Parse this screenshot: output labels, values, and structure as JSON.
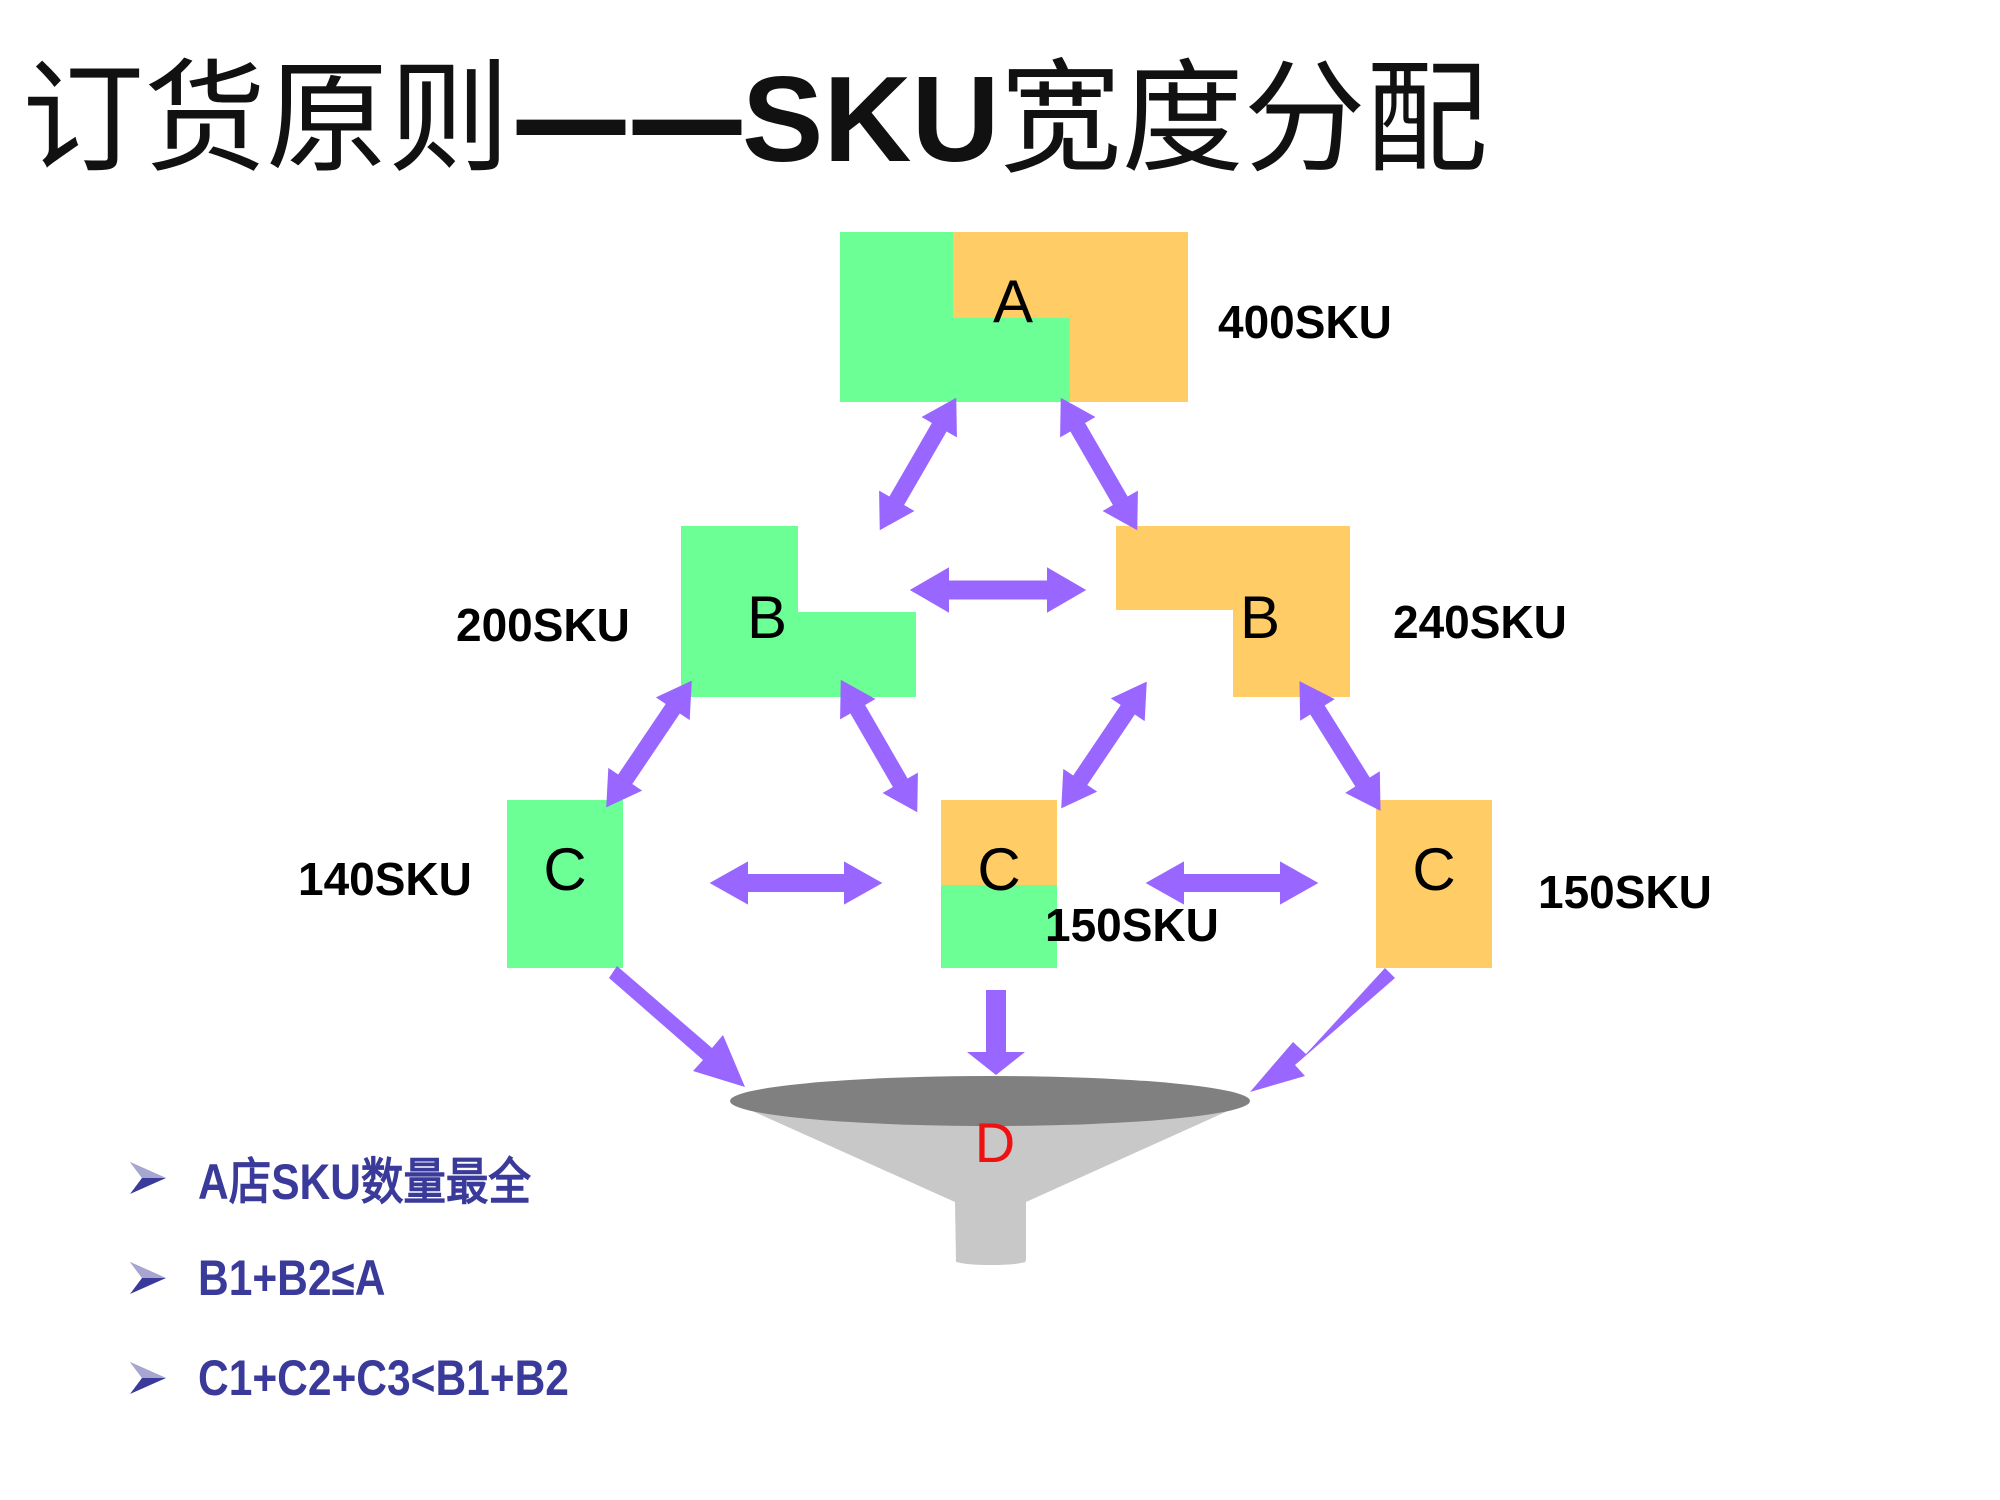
{
  "title": {
    "part1": "订货原则",
    "dash": "——",
    "sku": "SKU",
    "part2": "宽度分配"
  },
  "colors": {
    "green": "#6cff96",
    "orange": "#ffcc66",
    "arrow": "#9966ff",
    "funnel_rim": "#808080",
    "funnel_body": "#c8c8c8",
    "bullet_text": "#3a3a9a",
    "d_label": "#ee1111"
  },
  "nodes": {
    "a": {
      "letter": "A",
      "sku": "400SKU"
    },
    "b1": {
      "letter": "B",
      "sku": "200SKU"
    },
    "b2": {
      "letter": "B",
      "sku": "240SKU"
    },
    "c1": {
      "letter": "C",
      "sku": "140SKU"
    },
    "c2": {
      "letter": "C",
      "sku": "150SKU"
    },
    "c3": {
      "letter": "C",
      "sku": "150SKU"
    },
    "d": {
      "letter": "D"
    }
  },
  "bullets": [
    {
      "text": "A店SKU数量最全"
    },
    {
      "text": "B1+B2≤A"
    },
    {
      "text": "C1+C2+C3<B1+B2"
    }
  ]
}
